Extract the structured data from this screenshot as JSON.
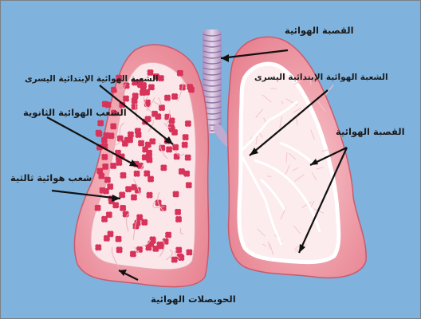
{
  "labels": {
    "trachea_top": "القصبة الهوائية",
    "left_primary_bronchus": "الشعبة الهوائية الإبتدائية اليسرى",
    "secondary_bronchi": "الشعب الهوائية الثانوية",
    "tertiary_bronchi": "شعب هوائية ثالثية",
    "alveoli": "الحويصلات الهوائية",
    "right_primary_bronchus": "الشعبة الهوائية الإبتدائية اليسرى",
    "bronchus_right": "القصبة الهوائية"
  },
  "colors": {
    "background": "#7fb3de",
    "lung_outer": "#f3a6b0",
    "lung_inner": "#fbe8ea",
    "alveoli": "#d8335a",
    "trachea": "#cdb8d6"
  }
}
